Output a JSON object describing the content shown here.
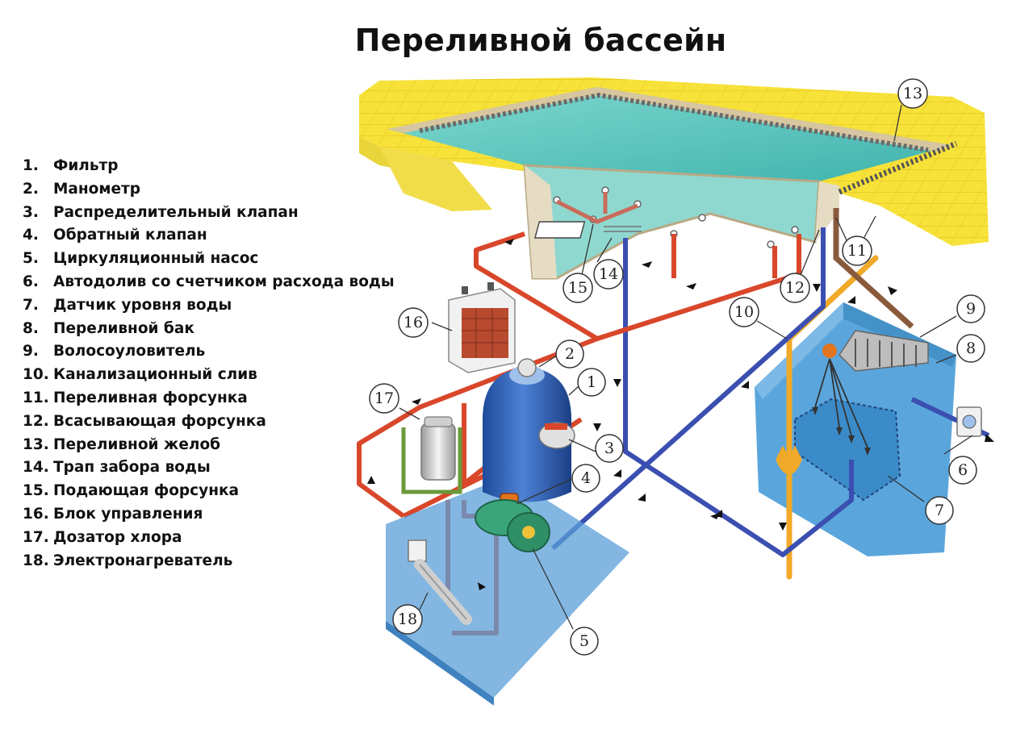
{
  "title": "Переливной бассейн",
  "legend": [
    {
      "num": "1.",
      "label": "Фильтр"
    },
    {
      "num": "2.",
      "label": "Манометр"
    },
    {
      "num": "3.",
      "label": "Распределительный клапан"
    },
    {
      "num": "4.",
      "label": "Обратный клапан"
    },
    {
      "num": "5.",
      "label": "Циркуляционный насос"
    },
    {
      "num": "6.",
      "label": "Автодолив со счетчиком расхода воды"
    },
    {
      "num": "7.",
      "label": "Датчик уровня воды"
    },
    {
      "num": "8.",
      "label": "Переливной бак"
    },
    {
      "num": "9.",
      "label": "Волосоуловитель"
    },
    {
      "num": "10.",
      "label": "Канализационный слив"
    },
    {
      "num": "11.",
      "label": "Переливная форсунка"
    },
    {
      "num": "12.",
      "label": "Всасывающая форсунка"
    },
    {
      "num": "13.",
      "label": "Переливной желоб"
    },
    {
      "num": "14.",
      "label": "Трап забора воды"
    },
    {
      "num": "15.",
      "label": "Подающая форсунка"
    },
    {
      "num": "16.",
      "label": "Блок управления"
    },
    {
      "num": "17.",
      "label": "Дозатор хлора"
    },
    {
      "num": "18.",
      "label": "Электронагреватель"
    }
  ],
  "callouts": [
    "1",
    "2",
    "3",
    "4",
    "5",
    "6",
    "7",
    "8",
    "9",
    "10",
    "11",
    "12",
    "13",
    "14",
    "15",
    "16",
    "17",
    "18"
  ],
  "colors": {
    "supply_pipe": "#d9472b",
    "suction_pipe": "#3a4fb0",
    "drain_pipe": "#f0a928",
    "overflow_pipe": "#8a5a3c",
    "pool_water": "#5fc8c0",
    "tiles": "#f7e23a",
    "tank": "#5aa6dc",
    "platform": "#5a9fd8",
    "chlorine_pipe": "#6a9a3a"
  }
}
